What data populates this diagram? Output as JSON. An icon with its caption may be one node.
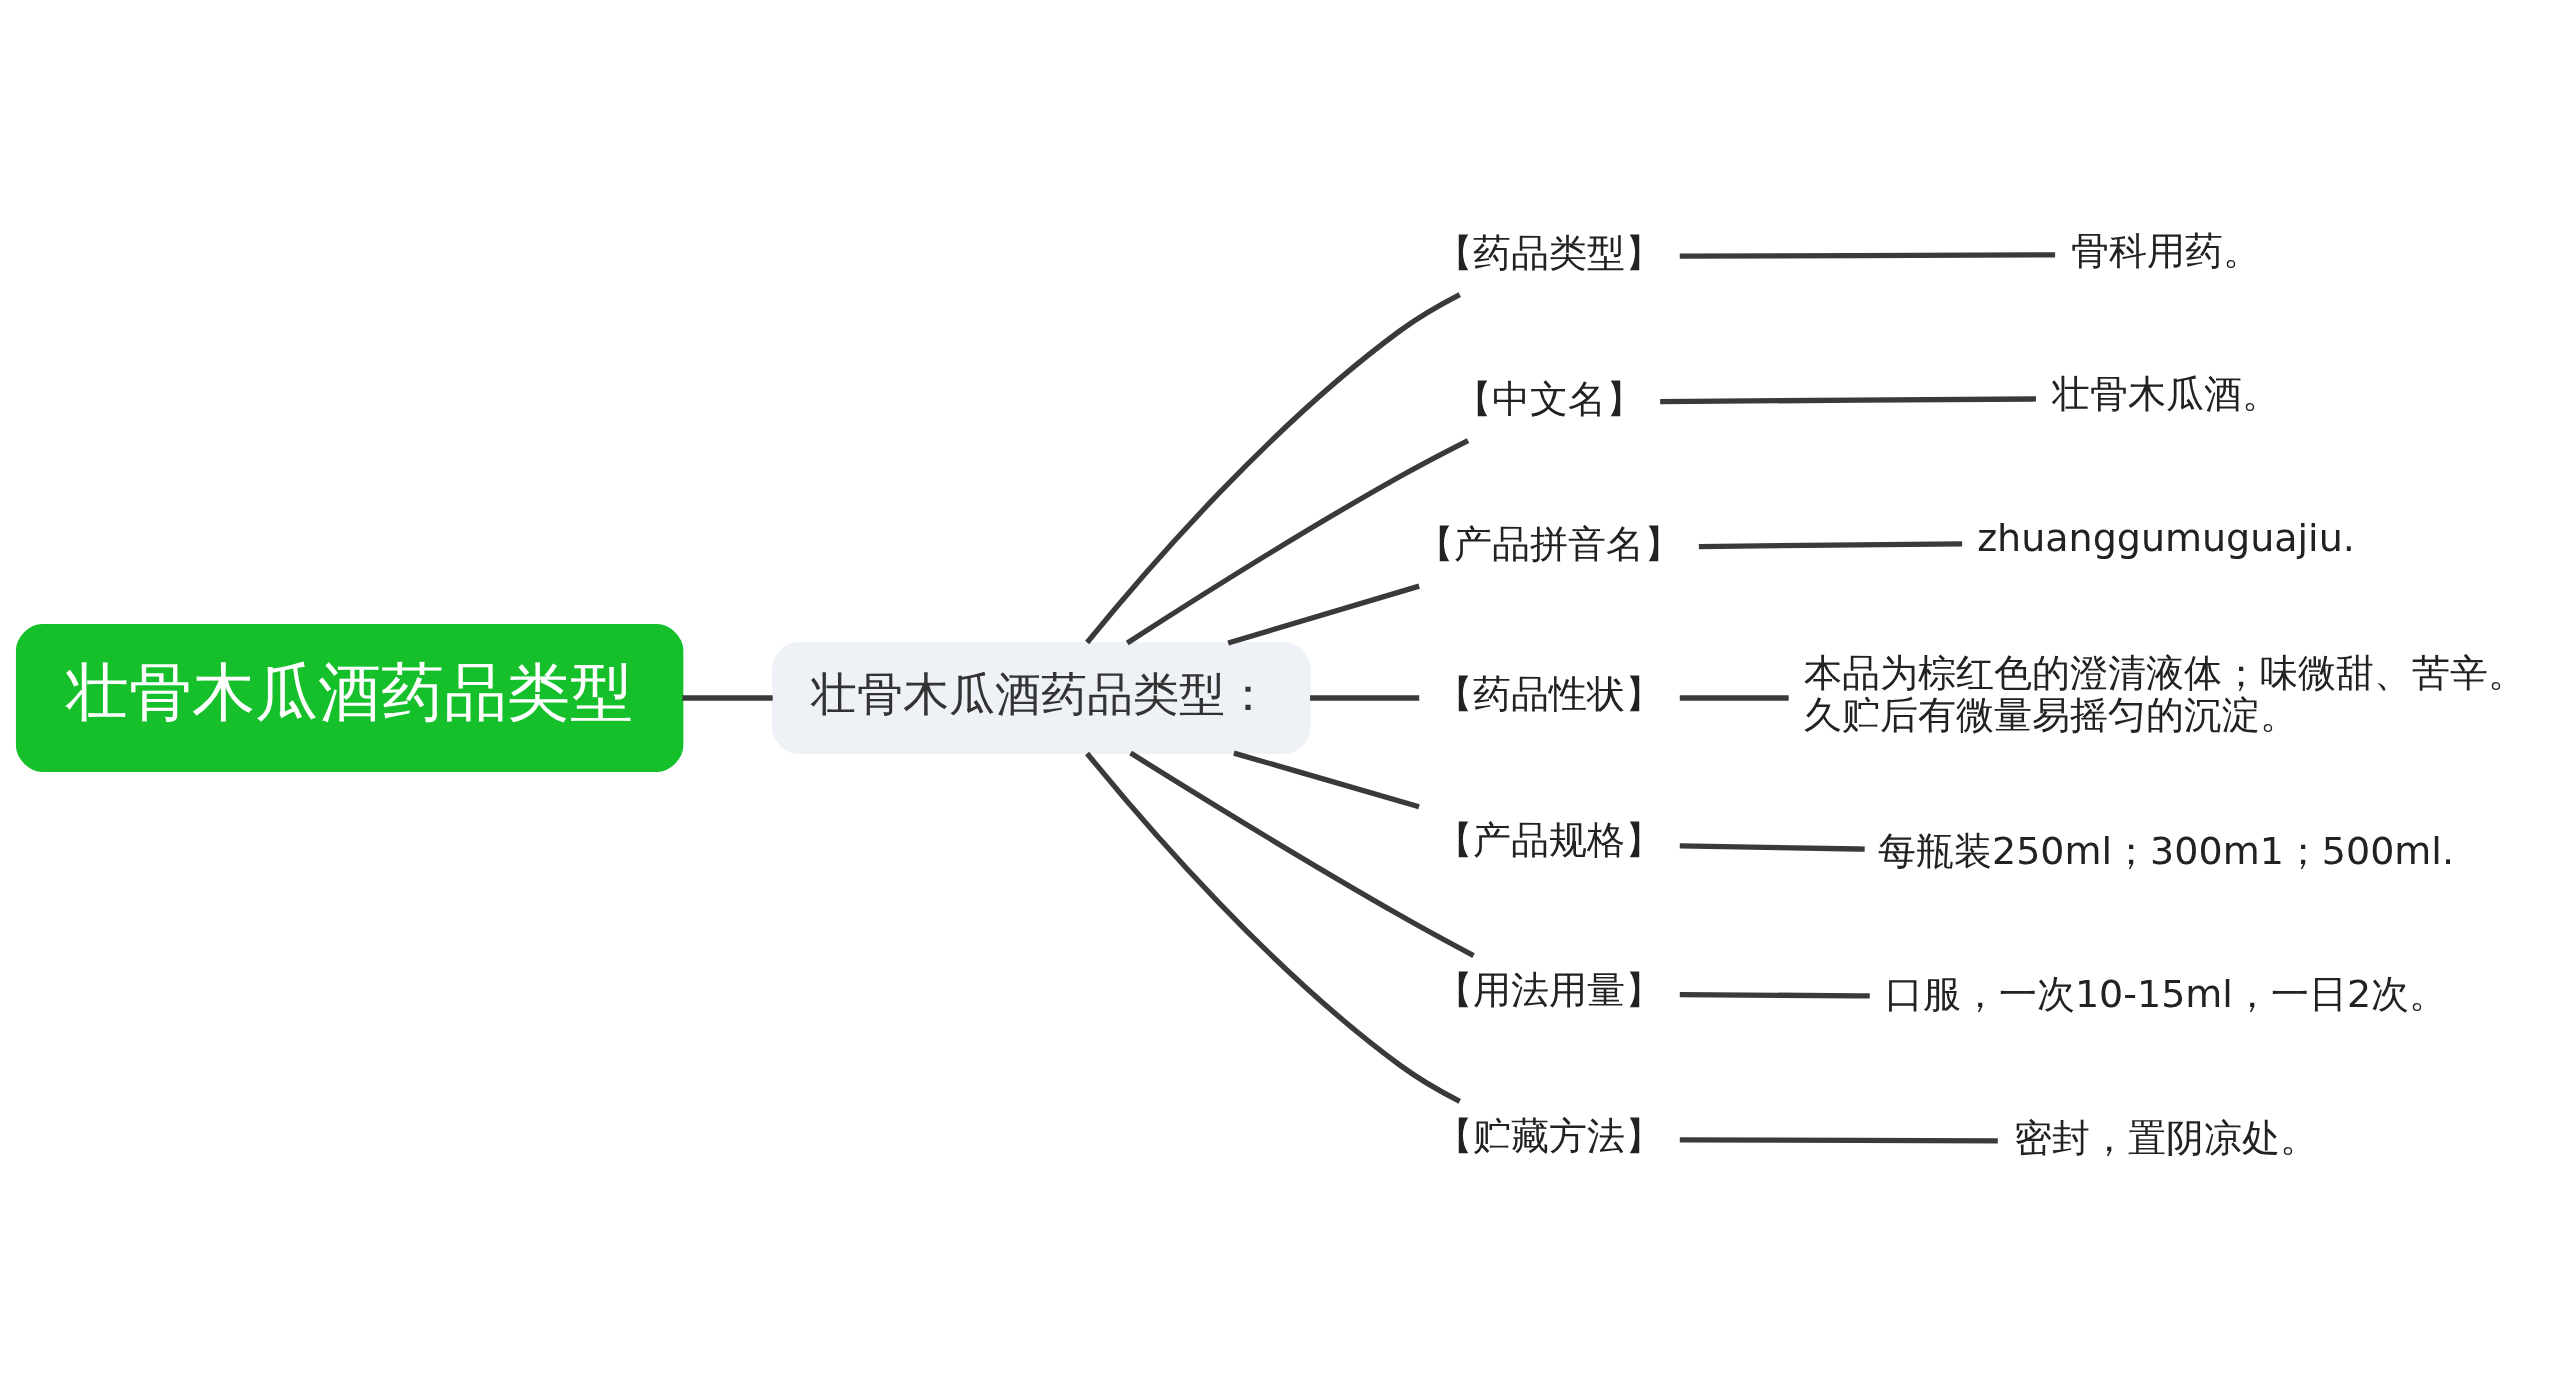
{
  "diagram": {
    "nodes": [
      {
        "text": [
          "壮骨木瓜酒药品类型"
        ]
      },
      {
        "text": [
          "壮骨木瓜酒药品类型："
        ]
      },
      {
        "text": [
          "【药品类型】"
        ]
      },
      {
        "text": [
          "骨科用药。"
        ]
      },
      {
        "text": [
          "【中文名】"
        ]
      },
      {
        "text": [
          "壮骨木瓜酒。"
        ]
      },
      {
        "text": [
          "【产品拼音名】"
        ]
      },
      {
        "text": [
          "zhuanggumuguajiu."
        ]
      },
      {
        "text": [
          "【药品性状】"
        ]
      },
      {
        "text": [
          "本品为棕红色的澄清液体；味微甜、苦辛。久贮后有微量易摇匀的沉淀。"
        ]
      },
      {
        "text": [
          "【产品规格】"
        ]
      },
      {
        "text": [
          "每瓶装250ml；300m1；500ml."
        ]
      },
      {
        "text": [
          "【用法用量】"
        ]
      },
      {
        "text": [
          "口服，一次10-15ml，一日2次。"
        ]
      },
      {
        "text": [
          "【贮藏方法】"
        ]
      },
      {
        "text": [
          "密封，置阴凉处。"
        ]
      }
    ],
    "edges": [
      {
        "from": 0,
        "to": 1,
        "arrow": "none"
      },
      {
        "from": 1,
        "to": 2,
        "arrow": "none"
      },
      {
        "from": 2,
        "to": 3,
        "arrow": "none"
      },
      {
        "from": 1,
        "to": 4,
        "arrow": "none"
      },
      {
        "from": 4,
        "to": 5,
        "arrow": "none"
      },
      {
        "from": 1,
        "to": 6,
        "arrow": "none"
      },
      {
        "from": 6,
        "to": 7,
        "arrow": "none"
      },
      {
        "from": 1,
        "to": 8,
        "arrow": "none"
      },
      {
        "from": 8,
        "to": 9,
        "arrow": "none"
      },
      {
        "from": 1,
        "to": 10,
        "arrow": "none"
      },
      {
        "from": 10,
        "to": 11,
        "arrow": "none"
      },
      {
        "from": 1,
        "to": 12,
        "arrow": "none"
      },
      {
        "from": 12,
        "to": 13,
        "arrow": "none"
      },
      {
        "from": 1,
        "to": 14,
        "arrow": "none"
      },
      {
        "from": 14,
        "to": 15,
        "arrow": "none"
      }
    ]
  }
}
